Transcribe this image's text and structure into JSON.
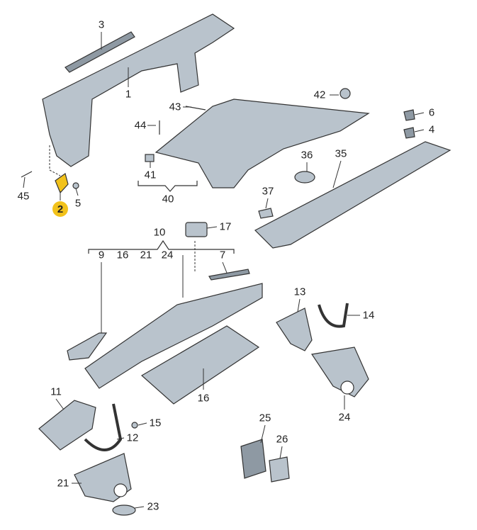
{
  "diagram": {
    "colors": {
      "part_fill": "#b9c3cc",
      "part_dark": "#8e99a3",
      "line": "#333333",
      "highlight": "#f2c21b"
    },
    "callouts": [
      "3",
      "1",
      "43",
      "42",
      "6",
      "4",
      "44",
      "45",
      "5",
      "2",
      "36",
      "35",
      "41",
      "40",
      "37",
      "17",
      "10",
      "9",
      "16",
      "21",
      "24",
      "7",
      "13",
      "14",
      "11",
      "16",
      "24",
      "25",
      "26",
      "15",
      "12",
      "21",
      "23"
    ]
  }
}
